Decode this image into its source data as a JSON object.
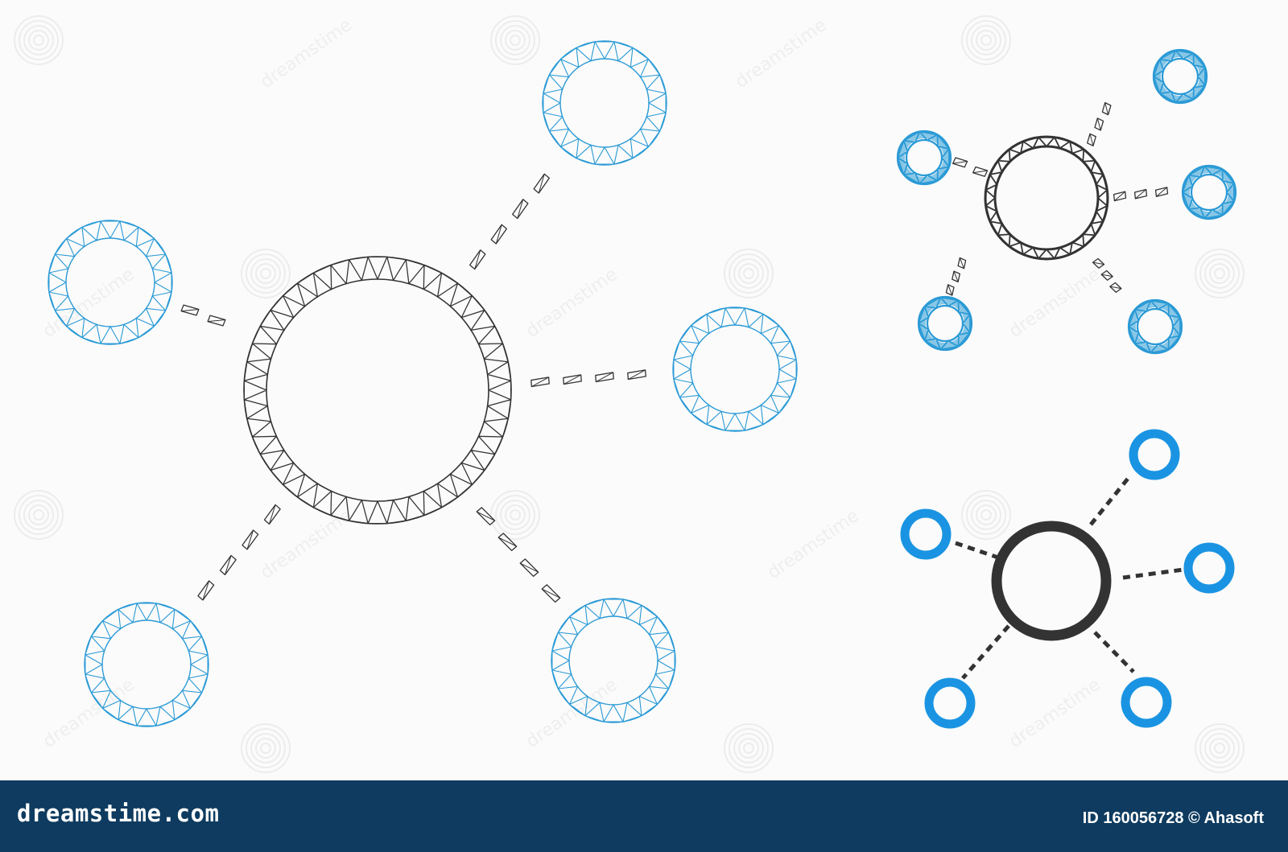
{
  "footer": {
    "brand": "dreamstime.com",
    "credit": "ID 160056728 © Ahasoft",
    "background": "#0e3b5f"
  },
  "colors": {
    "mesh_hub": "#333333",
    "mesh_node": "#2a9ad6",
    "solid_hub": "#333333",
    "solid_node": "#1a94e2",
    "dash": "#333333"
  },
  "illustrations": {
    "large_mesh": "network-hub-mesh-icon",
    "small_mesh": "network-hub-polygonal-icon",
    "solid": "network-hub-flat-icon"
  },
  "watermark": {
    "text": "dreamstime",
    "icon": "spiral-logo-icon"
  }
}
